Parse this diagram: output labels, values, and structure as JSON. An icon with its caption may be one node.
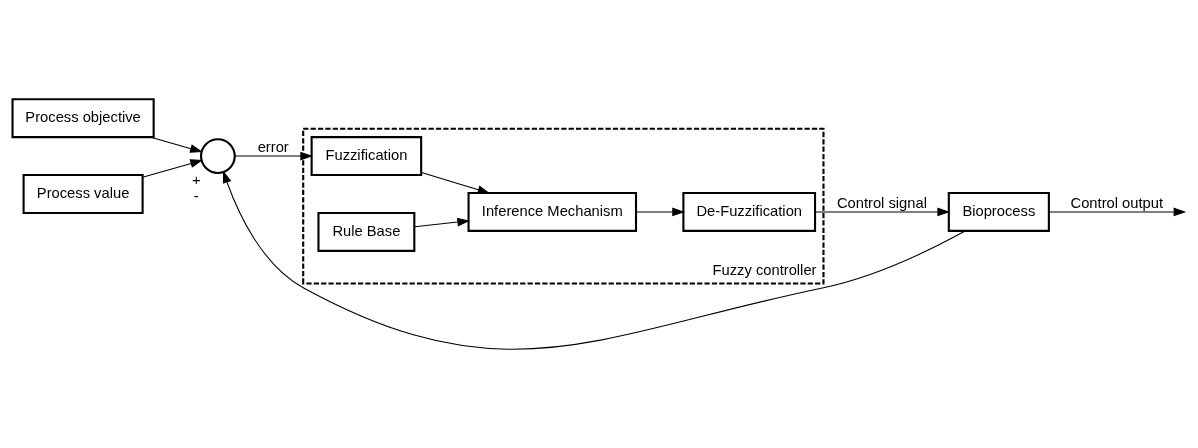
{
  "diagram": {
    "nodes": [
      {
        "text": [
          "Fuzzy controller"
        ]
      },
      {
        "text": [
          "Process objective"
        ]
      },
      {
        "text": [
          "Process value"
        ]
      },
      {
        "text": [],
        "shape": "circle",
        "beside": [
          "+",
          "-"
        ]
      },
      {
        "text": [
          "Fuzzification"
        ],
        "in": 0
      },
      {
        "text": [
          "Inference Mechanism"
        ],
        "in": 0
      },
      {
        "text": [
          "De-Fuzzification"
        ],
        "in": 0
      },
      {
        "text": [
          "Rule Base"
        ],
        "in": 0
      },
      {
        "text": [
          "Bioprocess"
        ]
      }
    ],
    "edges": [
      {
        "from": 1,
        "to": 3,
        "arrow": "to"
      },
      {
        "from": 2,
        "to": 3,
        "arrow": "to"
      },
      {
        "from": 3,
        "to": 4,
        "arrow": "to",
        "label": "error"
      },
      {
        "from": 4,
        "to": 5,
        "arrow": "to"
      },
      {
        "from": 5,
        "to": 6,
        "arrow": "to"
      },
      {
        "from": 7,
        "to": 5,
        "arrow": "to"
      },
      {
        "from": 6,
        "to": 8,
        "arrow": "to",
        "label": "Control signal"
      },
      {
        "from": 8,
        "to": null,
        "arrow": "to",
        "label": "Control output"
      },
      {
        "from": 8,
        "to": 3,
        "arrow": "to"
      }
    ]
  }
}
